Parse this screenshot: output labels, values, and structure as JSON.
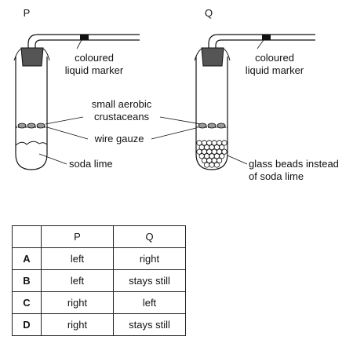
{
  "apparatus": {
    "P": {
      "title": "P",
      "marker_label": [
        "coloured",
        "liquid marker"
      ],
      "bottom_label": [
        "soda lime"
      ]
    },
    "Q": {
      "title": "Q",
      "marker_label": [
        "coloured",
        "liquid marker"
      ],
      "bottom_label": [
        "glass beads instead",
        "of soda lime"
      ]
    },
    "shared_labels": {
      "crustaceans": [
        "small aerobic",
        "crustaceans"
      ],
      "gauze": "wire gauze"
    }
  },
  "table": {
    "headers": [
      "",
      "P",
      "Q"
    ],
    "rows": [
      {
        "option": "A",
        "p": "left",
        "q": "right"
      },
      {
        "option": "B",
        "p": "left",
        "q": "stays still"
      },
      {
        "option": "C",
        "p": "right",
        "q": "left"
      },
      {
        "option": "D",
        "p": "right",
        "q": "stays still"
      }
    ]
  }
}
